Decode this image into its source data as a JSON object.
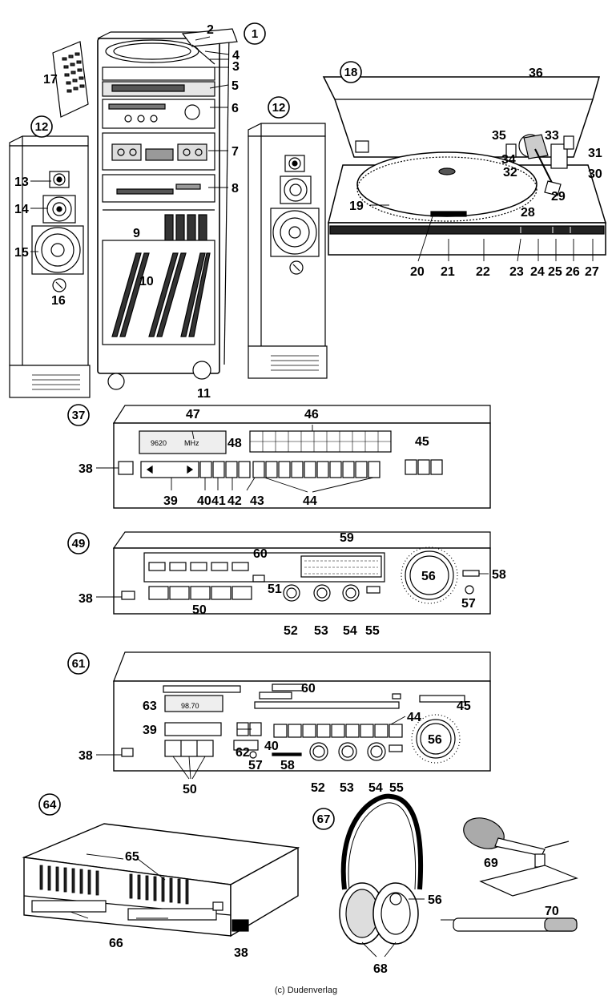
{
  "credit": "(c) Dudenverlag",
  "circled": [
    "1",
    "12",
    "12",
    "18",
    "37",
    "49",
    "61",
    "64",
    "67"
  ],
  "labels": {
    "n2": "2",
    "n3": "3",
    "n4": "4",
    "n5": "5",
    "n6": "6",
    "n7": "7",
    "n8": "8",
    "n9": "9",
    "n10": "10",
    "n11": "11",
    "n13": "13",
    "n14": "14",
    "n15": "15",
    "n16": "16",
    "n17": "17",
    "n19": "19",
    "n20": "20",
    "n21": "21",
    "n22": "22",
    "n23": "23",
    "n24": "24",
    "n25": "25",
    "n26": "26",
    "n27": "27",
    "n28": "28",
    "n29": "29",
    "n30": "30",
    "n31": "31",
    "n32": "32",
    "n33": "33",
    "n34": "34",
    "n35": "35",
    "n36": "36",
    "t38": "38",
    "t39": "39",
    "t40": "40",
    "t41": "41",
    "t42": "42",
    "t43": "43",
    "t44": "44",
    "t45": "45",
    "t46": "46",
    "t47": "47",
    "t48": "48",
    "a38": "38",
    "a50": "50",
    "a51": "51",
    "a52": "52",
    "a53": "53",
    "a54": "54",
    "a55": "55",
    "a56": "56",
    "a57": "57",
    "a58": "58",
    "a59": "59",
    "a60": "60",
    "r38": "38",
    "r39": "39",
    "r40": "40",
    "r44": "44",
    "r45": "45",
    "r50": "50",
    "r52": "52",
    "r53": "53",
    "r54": "54",
    "r55": "55",
    "r56": "56",
    "r57": "57",
    "r58": "58",
    "r60": "60",
    "r62": "62",
    "r63": "63",
    "e38": "38",
    "e65": "65",
    "e66": "66",
    "h56": "56",
    "h68": "68",
    "h69": "69",
    "h70": "70"
  },
  "tuner_display": {
    "freq": "9620",
    "unit": "MHz"
  },
  "receiver_display": {
    "freq": "98.70"
  }
}
